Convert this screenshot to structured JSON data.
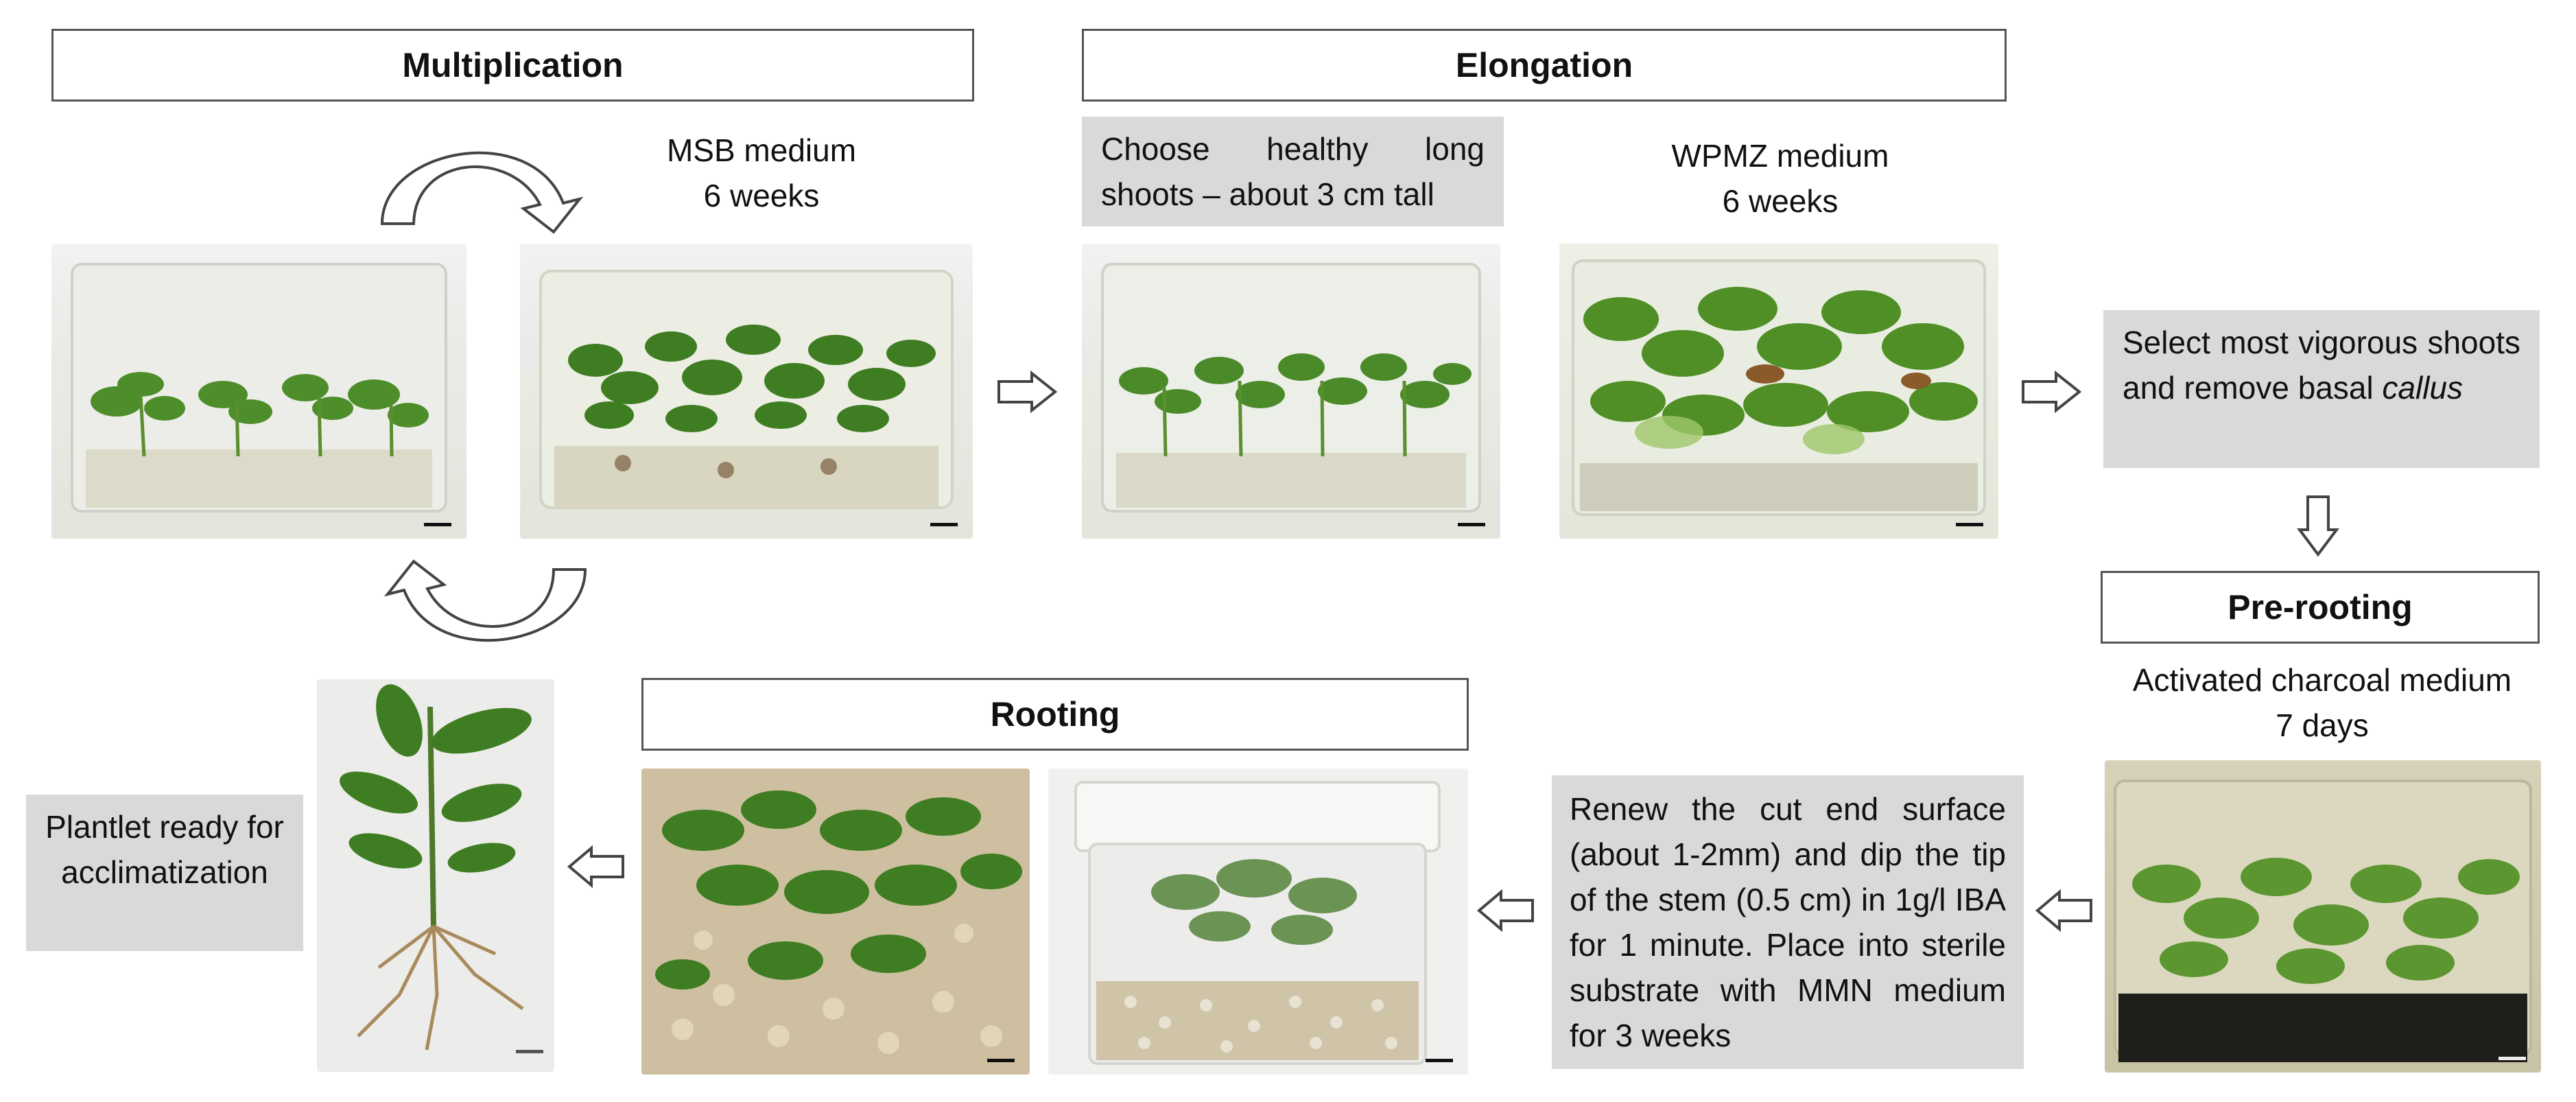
{
  "stages": {
    "multiplication": "Multiplication",
    "elongation": "Elongation",
    "pre_rooting": "Pre-rooting",
    "rooting": "Rooting"
  },
  "captions": {
    "msb_line1": "MSB medium",
    "msb_line2": "6 weeks",
    "wpmz_line1": "WPMZ medium",
    "wpmz_line2": "6 weeks",
    "charcoal_line1": "Activated charcoal medium",
    "charcoal_line2": "7 days"
  },
  "notes": {
    "choose": "Choose healthy long shoots – about 3 cm tall",
    "select_prefix": "Select most vigorous shoots and remove basal ",
    "select_italic": "callus",
    "renew": "Renew the cut end surface (about 1-2mm) and dip the tip of the stem (0.5 cm) in 1g/l IBA for 1 minute. Place into sterile substrate with MMN medium for 3 weeks",
    "plantlet": "Plantlet ready for acclimatization"
  },
  "photos": [
    "multiplication-start-container",
    "multiplication-6-weeks-container",
    "elongation-start-container",
    "elongation-6-weeks-container",
    "pre-rooting-container",
    "rooting-container-side",
    "rooting-container-top",
    "rooted-plantlet"
  ],
  "icons": {
    "cycle": "curved-arrow-icon",
    "flow": "hollow-block-arrow-icon"
  },
  "colors": {
    "note_background": "#d9d9d9",
    "box_border": "#555555",
    "foliage": "#3f7d22",
    "charcoal_medium": "#1e1f1a",
    "substrate": "#cfc3a8"
  }
}
